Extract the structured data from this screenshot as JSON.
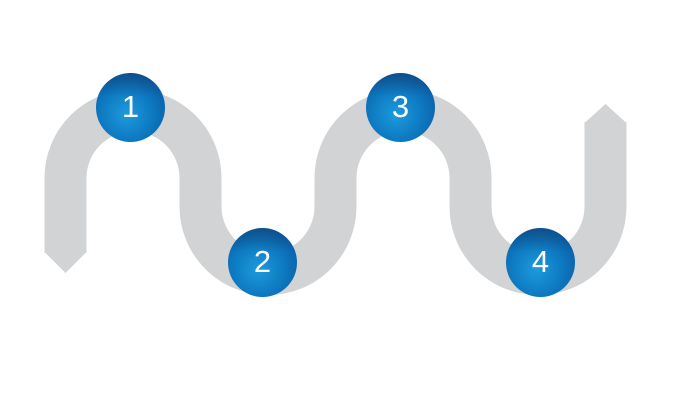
{
  "diagram": {
    "type": "wave-process-flow",
    "description": "Gray serpentine ribbon timeline with four numbered blue sphere milestones; ribbon starts with a downward arrow tip at left and ends with an upward arrow tip at right",
    "steps": [
      {
        "id": 1,
        "label": "1",
        "position": "first-crest"
      },
      {
        "id": 2,
        "label": "2",
        "position": "first-trough"
      },
      {
        "id": 3,
        "label": "3",
        "position": "second-crest"
      },
      {
        "id": 4,
        "label": "4",
        "position": "second-trough"
      }
    ],
    "colors": {
      "background": "#ffffff",
      "path_gray": "#d1d3d4",
      "node_blue_light": "#1e9ade",
      "node_blue_mid": "#0d7ac1",
      "node_blue_dark": "#0b5fa8",
      "node_rim_navy": "#174e8b",
      "label_color": "#ffffff"
    }
  }
}
